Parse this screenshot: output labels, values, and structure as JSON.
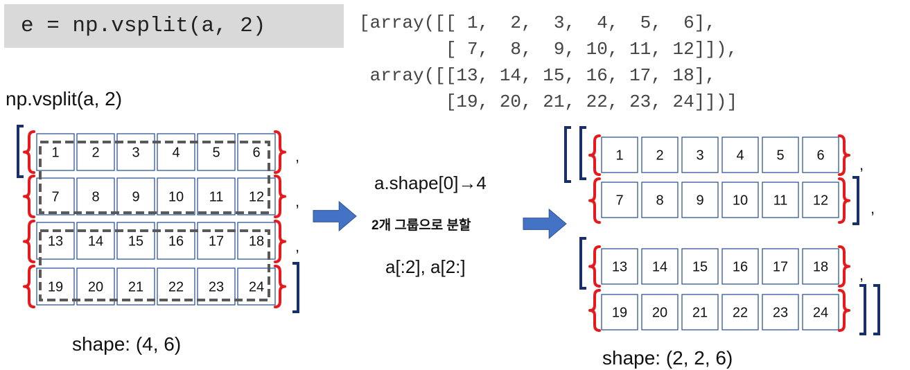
{
  "code_box": {
    "text": "e = np.vsplit(a, 2)"
  },
  "output_lines": [
    "[array([[ 1,  2,  3,  4,  5,  6],",
    "        [ 7,  8,  9, 10, 11, 12]]),",
    " array([[13, 14, 15, 16, 17, 18],",
    "        [19, 20, 21, 22, 23, 24]])]"
  ],
  "left_label": "np.vsplit(a, 2)",
  "left_shape": "shape: (4, 6)",
  "right_shape": "shape: (2, 2, 6)",
  "middle": {
    "line1": "a.shape[0]→4",
    "line2": "2개 그룹으로 분할",
    "line3": "a[:2], a[2:]"
  },
  "rows": [
    [
      "1",
      "2",
      "3",
      "4",
      "5",
      "6"
    ],
    [
      "7",
      "8",
      "9",
      "10",
      "11",
      "12"
    ],
    [
      "13",
      "14",
      "15",
      "16",
      "17",
      "18"
    ],
    [
      "19",
      "20",
      "21",
      "22",
      "23",
      "24"
    ]
  ],
  "comma": ",",
  "colors": {
    "red_bracket": "#e8191c",
    "navy_bracket": "#17306b",
    "cell_border": "#2f5597",
    "arrow": "#4472c4",
    "dashed": "#595959"
  }
}
